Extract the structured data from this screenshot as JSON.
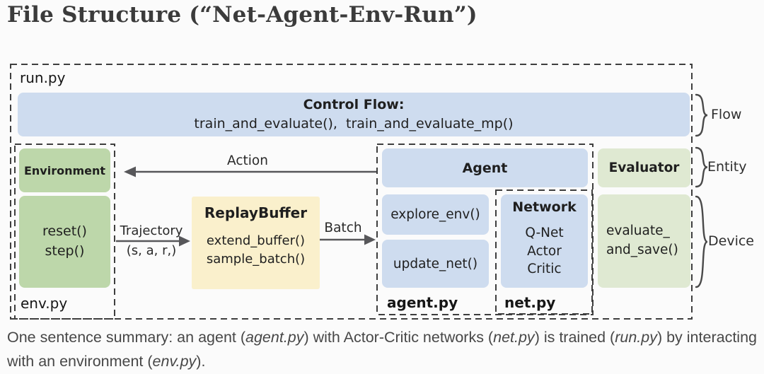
{
  "header": {
    "title": "File Structure (“Net-Agent-Env-Run”)"
  },
  "diagram": {
    "files": {
      "run": "run.py",
      "env": "env.py",
      "agent": "agent.py",
      "net": "net.py"
    },
    "control_flow": {
      "title": "Control Flow:",
      "methods": "train_and_evaluate(),  train_and_evaluate_mp()"
    },
    "environment": {
      "title": "Environment",
      "methods": "reset()\nstep()"
    },
    "replay_buffer": {
      "title": "ReplayBuffer",
      "methods": "extend_buffer()\nsample_batch()"
    },
    "agent": {
      "title": "Agent",
      "method_explore": "explore_env()",
      "method_update": "update_net()"
    },
    "network": {
      "title": "Network",
      "nets": "Q-Net\nActor\nCritic"
    },
    "evaluator": {
      "title": "Evaluator",
      "method": "evaluate_\nand_save()"
    },
    "arrows": {
      "action": "Action",
      "trajectory": "Trajectory",
      "trajectory_tuple": "(s, a, r,)",
      "batch": "Batch"
    },
    "braces": {
      "flow": "Flow",
      "entity": "Entity",
      "device": "Device"
    },
    "colors": {
      "flow_blue": "#cedcef",
      "entity_green": "#bdd7aa",
      "device_green": "#dfe9d2",
      "buffer_cream": "#faf0cc",
      "line_gray": "#57575a"
    }
  },
  "summary": {
    "parts": [
      {
        "text": "One sentence summary: an agent ("
      },
      {
        "text": "agent.py"
      },
      {
        "text": ") with Actor-Critic networks ("
      },
      {
        "text": "net.py"
      },
      {
        "text": ") is trained ("
      },
      {
        "text": "run.py"
      },
      {
        "text": ") by interacting with an environment ("
      },
      {
        "text": "env.py"
      },
      {
        "text": ")."
      }
    ]
  }
}
